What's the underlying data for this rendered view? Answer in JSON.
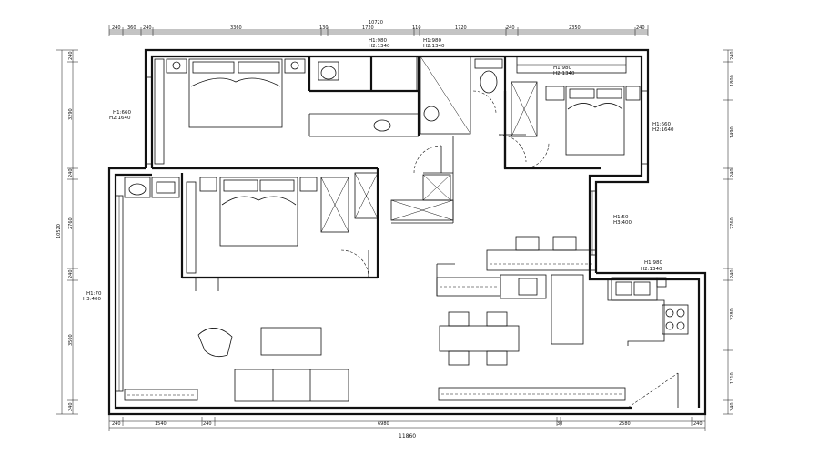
{
  "title": "",
  "dimensions": {
    "top_total": "10720",
    "top_segments": [
      "240",
      "360",
      "240",
      "3360",
      "130",
      "1720",
      "110",
      "1720",
      "240",
      "2350",
      "240"
    ],
    "bottom_total": "11860",
    "bottom_segments": [
      "240",
      "1540",
      "240",
      "6980",
      "30",
      "2580",
      "240"
    ],
    "left_total": "10520",
    "left_segments": [
      "240",
      "3290",
      "240",
      "2760",
      "240",
      "3500",
      "240"
    ],
    "right_segments": [
      "240",
      "1800",
      "1490",
      "240",
      "2760",
      "240",
      "2280",
      "1310",
      "240"
    ]
  },
  "window_notes": [
    {
      "line1": "H1:980",
      "line2": "H2:1340"
    },
    {
      "line1": "H1:980",
      "line2": "H2:1340"
    },
    {
      "line1": "H1:980",
      "line2": "H2:1340"
    },
    {
      "line1": "H1:660",
      "line2": "H2:1640"
    },
    {
      "line1": "H1:660",
      "line2": "H2:1640"
    },
    {
      "line1": "H1:50",
      "line2": "H3:400"
    },
    {
      "line1": "H1:70",
      "line2": "H3:400"
    },
    {
      "line1": "H1:980",
      "line2": "H2:1340"
    }
  ]
}
